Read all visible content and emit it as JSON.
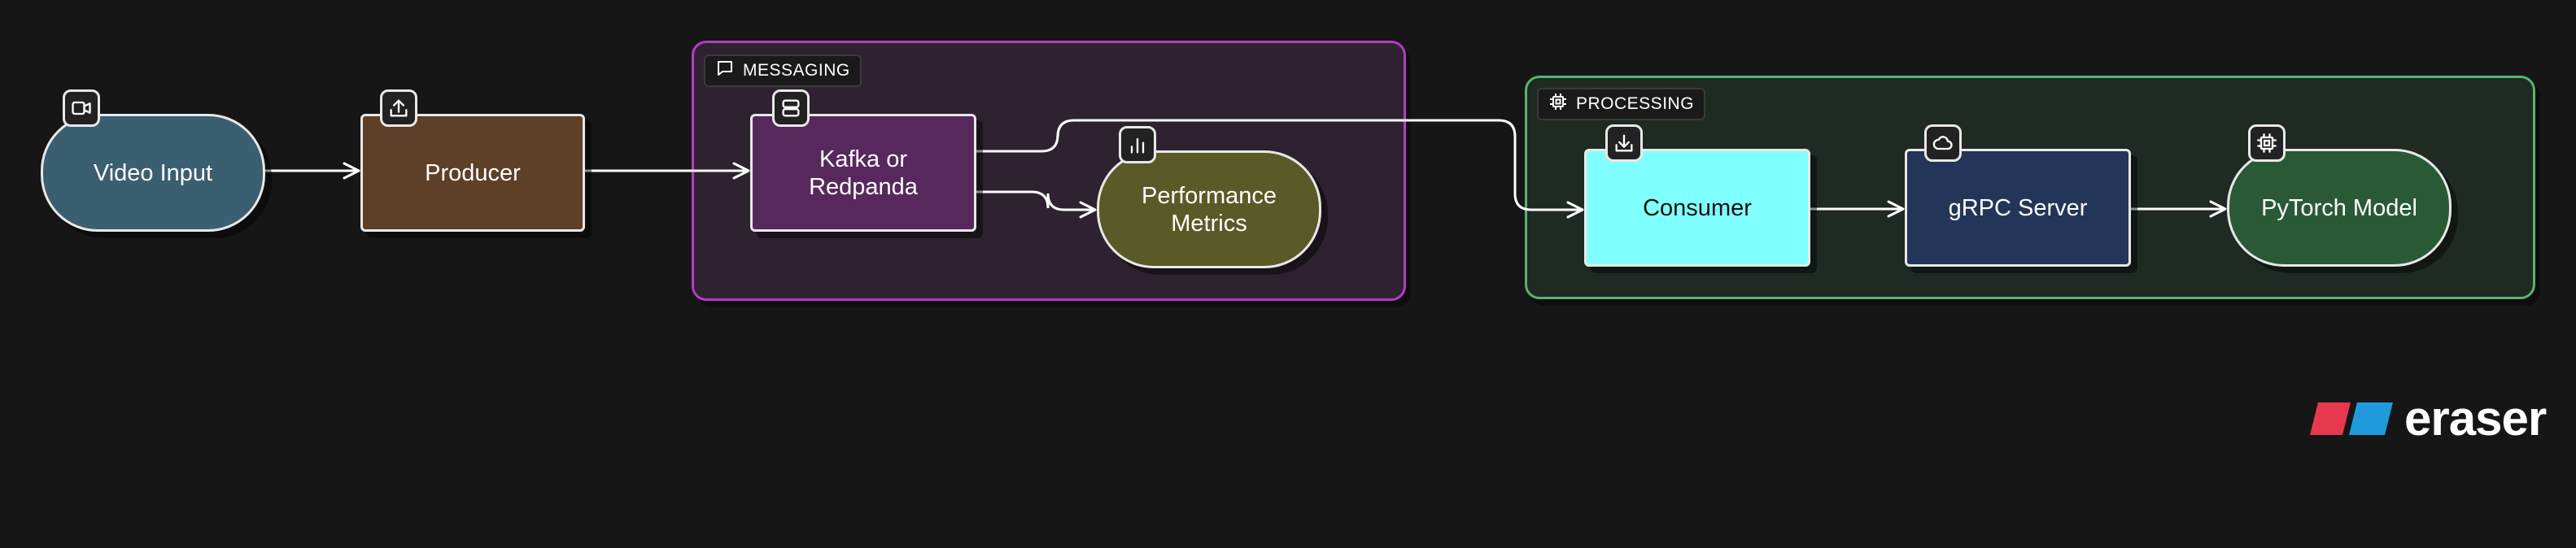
{
  "groups": {
    "messaging": {
      "label": "MESSAGING",
      "icon": "chat-bubble-icon",
      "border_color": "#b43cc4"
    },
    "processing": {
      "label": "PROCESSING",
      "icon": "cpu-chip-icon",
      "border_color": "#57b36e"
    }
  },
  "nodes": {
    "video_input": {
      "label": "Video Input",
      "icon": "video-camera-icon",
      "color": "#3a5f70"
    },
    "producer": {
      "label": "Producer",
      "icon": "upload-icon",
      "color": "#5e3f28"
    },
    "kafka": {
      "label": "Kafka or Redpanda",
      "icon": "database-server-icon",
      "color": "#57285c"
    },
    "performance_metrics": {
      "label": "Performance Metrics",
      "icon": "bar-chart-icon",
      "color": "#5a5a28"
    },
    "consumer": {
      "label": "Consumer",
      "icon": "download-icon",
      "color": "#80ffff"
    },
    "grpc_server": {
      "label": "gRPC Server",
      "icon": "cloud-icon",
      "color": "#233558"
    },
    "pytorch_model": {
      "label": "PyTorch Model",
      "icon": "cpu-chip-icon",
      "color": "#2a5a35"
    }
  },
  "edges": [
    {
      "from": "Video Input",
      "to": "Producer"
    },
    {
      "from": "Producer",
      "to": "Kafka or Redpanda"
    },
    {
      "from": "Kafka or Redpanda",
      "to": "Consumer"
    },
    {
      "from": "Kafka or Redpanda",
      "to": "Performance Metrics"
    },
    {
      "from": "Consumer",
      "to": "gRPC Server"
    },
    {
      "from": "gRPC Server",
      "to": "PyTorch Model"
    }
  ],
  "brand": {
    "name": "eraser",
    "logo_colors": [
      "#e8384f",
      "#1f9bdb"
    ]
  }
}
